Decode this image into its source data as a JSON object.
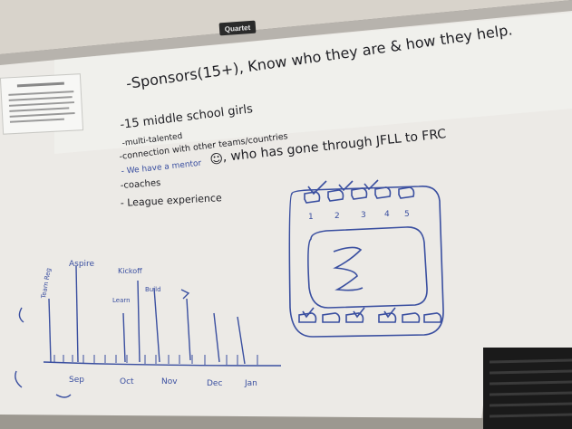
{
  "brand_label": "Quartet",
  "sponsors_line": "-Sponsors(15+), Know who they are & how they help.",
  "bullets": [
    {
      "text": "-15 middle school girls",
      "color": "black"
    },
    {
      "text": "-multi-talented",
      "color": "black"
    },
    {
      "text": "-connection with other teams/countries",
      "color": "black"
    },
    {
      "text": "- We have a mentor",
      "color": "blue"
    },
    {
      "text": ", who has gone through JFLL to FRC",
      "color": "black"
    },
    {
      "text": "-coaches",
      "color": "black"
    },
    {
      "text": "- League experience",
      "color": "black"
    }
  ],
  "diagram_numbers": [
    "1",
    "2",
    "3",
    "4",
    "5"
  ],
  "timeline_labels": [
    "Sep",
    "Oct",
    "Nov",
    "Dec",
    "Jan"
  ],
  "timeline_notes": [
    "Aspire",
    "Kickoff",
    "Team Reg",
    "Learn",
    "Build"
  ],
  "colors": {
    "board": "#eceae6",
    "frame": "#b7b3ad",
    "marker_black": "#1f1f24",
    "marker_blue": "#3a4fa0",
    "wall": "#d8d3cb"
  }
}
